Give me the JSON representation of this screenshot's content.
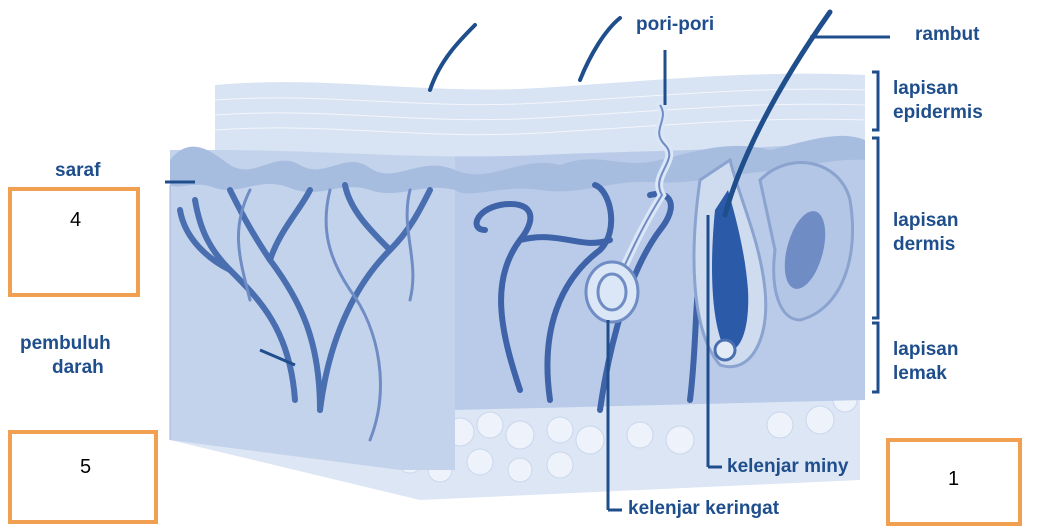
{
  "colors": {
    "label": "#1f4e8c",
    "vessel": "#4a6fb0",
    "box_border": "#f0a050"
  },
  "labels": {
    "pori_pori": "pori-pori",
    "rambut": "rambut",
    "epidermis_1": "lapisan",
    "epidermis_2": "epidermis",
    "dermis_1": "lapisan",
    "dermis_2": "dermis",
    "lemak_1": "lapisan",
    "lemak_2": "lemak",
    "saraf": "saraf",
    "pembuluh_1": "pembuluh",
    "pembuluh_2": "darah",
    "kelenjar_minyak": "kelenjar miny",
    "kelenjar_keringat": "kelenjar keringat"
  },
  "boxes": {
    "box_4": "4",
    "box_5": "5",
    "box_1": "1"
  }
}
